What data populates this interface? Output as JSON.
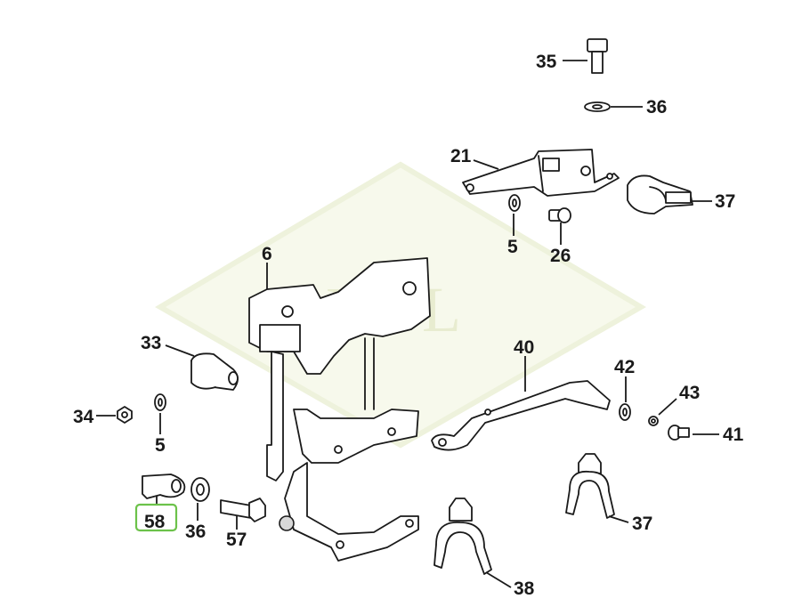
{
  "watermark": {
    "text": "AROL"
  },
  "callouts": {
    "p35": "35",
    "p36a": "36",
    "p21": "21",
    "p37a": "37",
    "p5a": "5",
    "p26": "26",
    "p6": "6",
    "p33": "33",
    "p40": "40",
    "p42": "42",
    "p43": "43",
    "p34": "34",
    "p5b": "5",
    "p41": "41",
    "p37b": "37",
    "p58": "58",
    "p36b": "36",
    "p57": "57",
    "p38": "38"
  },
  "highlighted_callout": "58",
  "colors": {
    "highlight": "#6cc24a",
    "line": "#1a1a1a",
    "watermark": "#e8ecd0"
  }
}
